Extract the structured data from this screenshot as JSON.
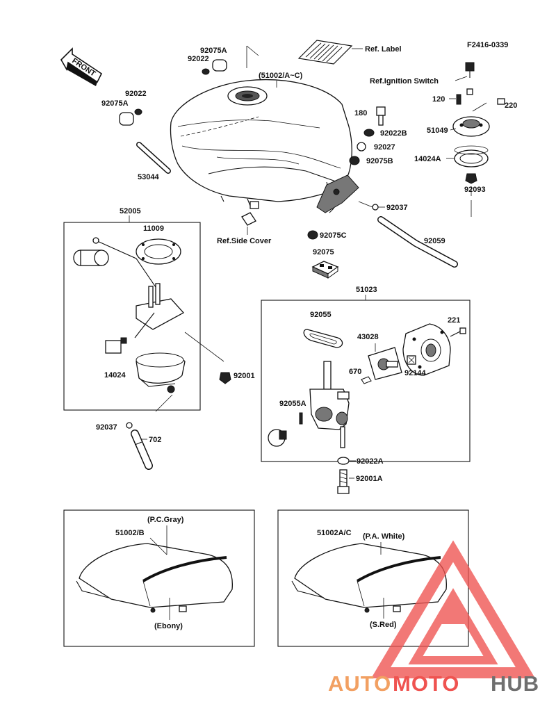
{
  "diagram": {
    "code": "F2416-0339",
    "front_arrow": "FRONT",
    "labels": {
      "l92075A_top": "92075A",
      "l92022_top": "92022",
      "l51002": "(51002/A~C)",
      "ref_label": "Ref. Label",
      "ref_ignition": "Ref.Ignition Switch",
      "l120": "120",
      "l220": "220",
      "l92022_left": "92022",
      "l92075A_left": "92075A",
      "l180": "180",
      "l92022B": "92022B",
      "l51049": "51049",
      "l92027": "92027",
      "l92075B": "92075B",
      "l14024A": "14024A",
      "l53044": "53044",
      "l92093": "92093",
      "l92037_top": "92037",
      "l52005": "52005",
      "l11009": "11009",
      "ref_side_cover": "Ref.Side Cover",
      "l92075C": "92075C",
      "l92059": "92059",
      "l92075": "92075",
      "l51023": "51023",
      "l92055": "92055",
      "l221": "221",
      "l43028": "43028",
      "l14024": "14024",
      "l92001": "92001",
      "l670": "670",
      "l92144": "92144",
      "l92055A": "92055A",
      "l92037_bottom": "92037",
      "l702": "702",
      "l92022A": "92022A",
      "l92001A": "92001A",
      "inset_left_part": "51002/B",
      "inset_left_color1": "(P.C.Gray)",
      "inset_left_color2": "(Ebony)",
      "inset_right_part": "51002A/C",
      "inset_right_color1": "(P.A. White)",
      "inset_right_color2": "(S.Red)"
    }
  },
  "watermark": {
    "part1": "AUTO",
    "part2": "MOTO",
    "part3": "HUB",
    "colors": {
      "auto": "#f2a062",
      "moto": "#ef5350",
      "hub": "#6f6f6f",
      "triangle": "#ef5350"
    }
  }
}
